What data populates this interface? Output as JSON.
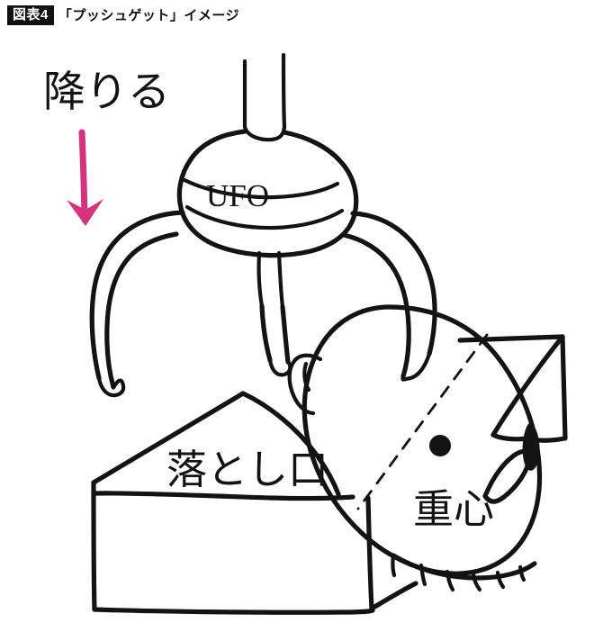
{
  "figure": {
    "badge_label": "図表4",
    "caption": "「プッシュゲット」イメージ",
    "badge_bg": "#111111",
    "badge_fg": "#ffffff"
  },
  "annotations": {
    "descend_label": "降りる",
    "machine_label": "UFO",
    "drop_hole_label": "落とし口",
    "center_of_gravity_label": "重心"
  },
  "colors": {
    "ink": "#131313",
    "arrow": "#d4337d",
    "paper": "#ffffff"
  },
  "scene": {
    "elements": [
      "crane-shaft",
      "crane-head",
      "crane-arm-left",
      "crane-arm-middle",
      "crane-arm-right",
      "prize-box",
      "prize-plush",
      "center-of-gravity-dot",
      "descend-arrow"
    ]
  }
}
